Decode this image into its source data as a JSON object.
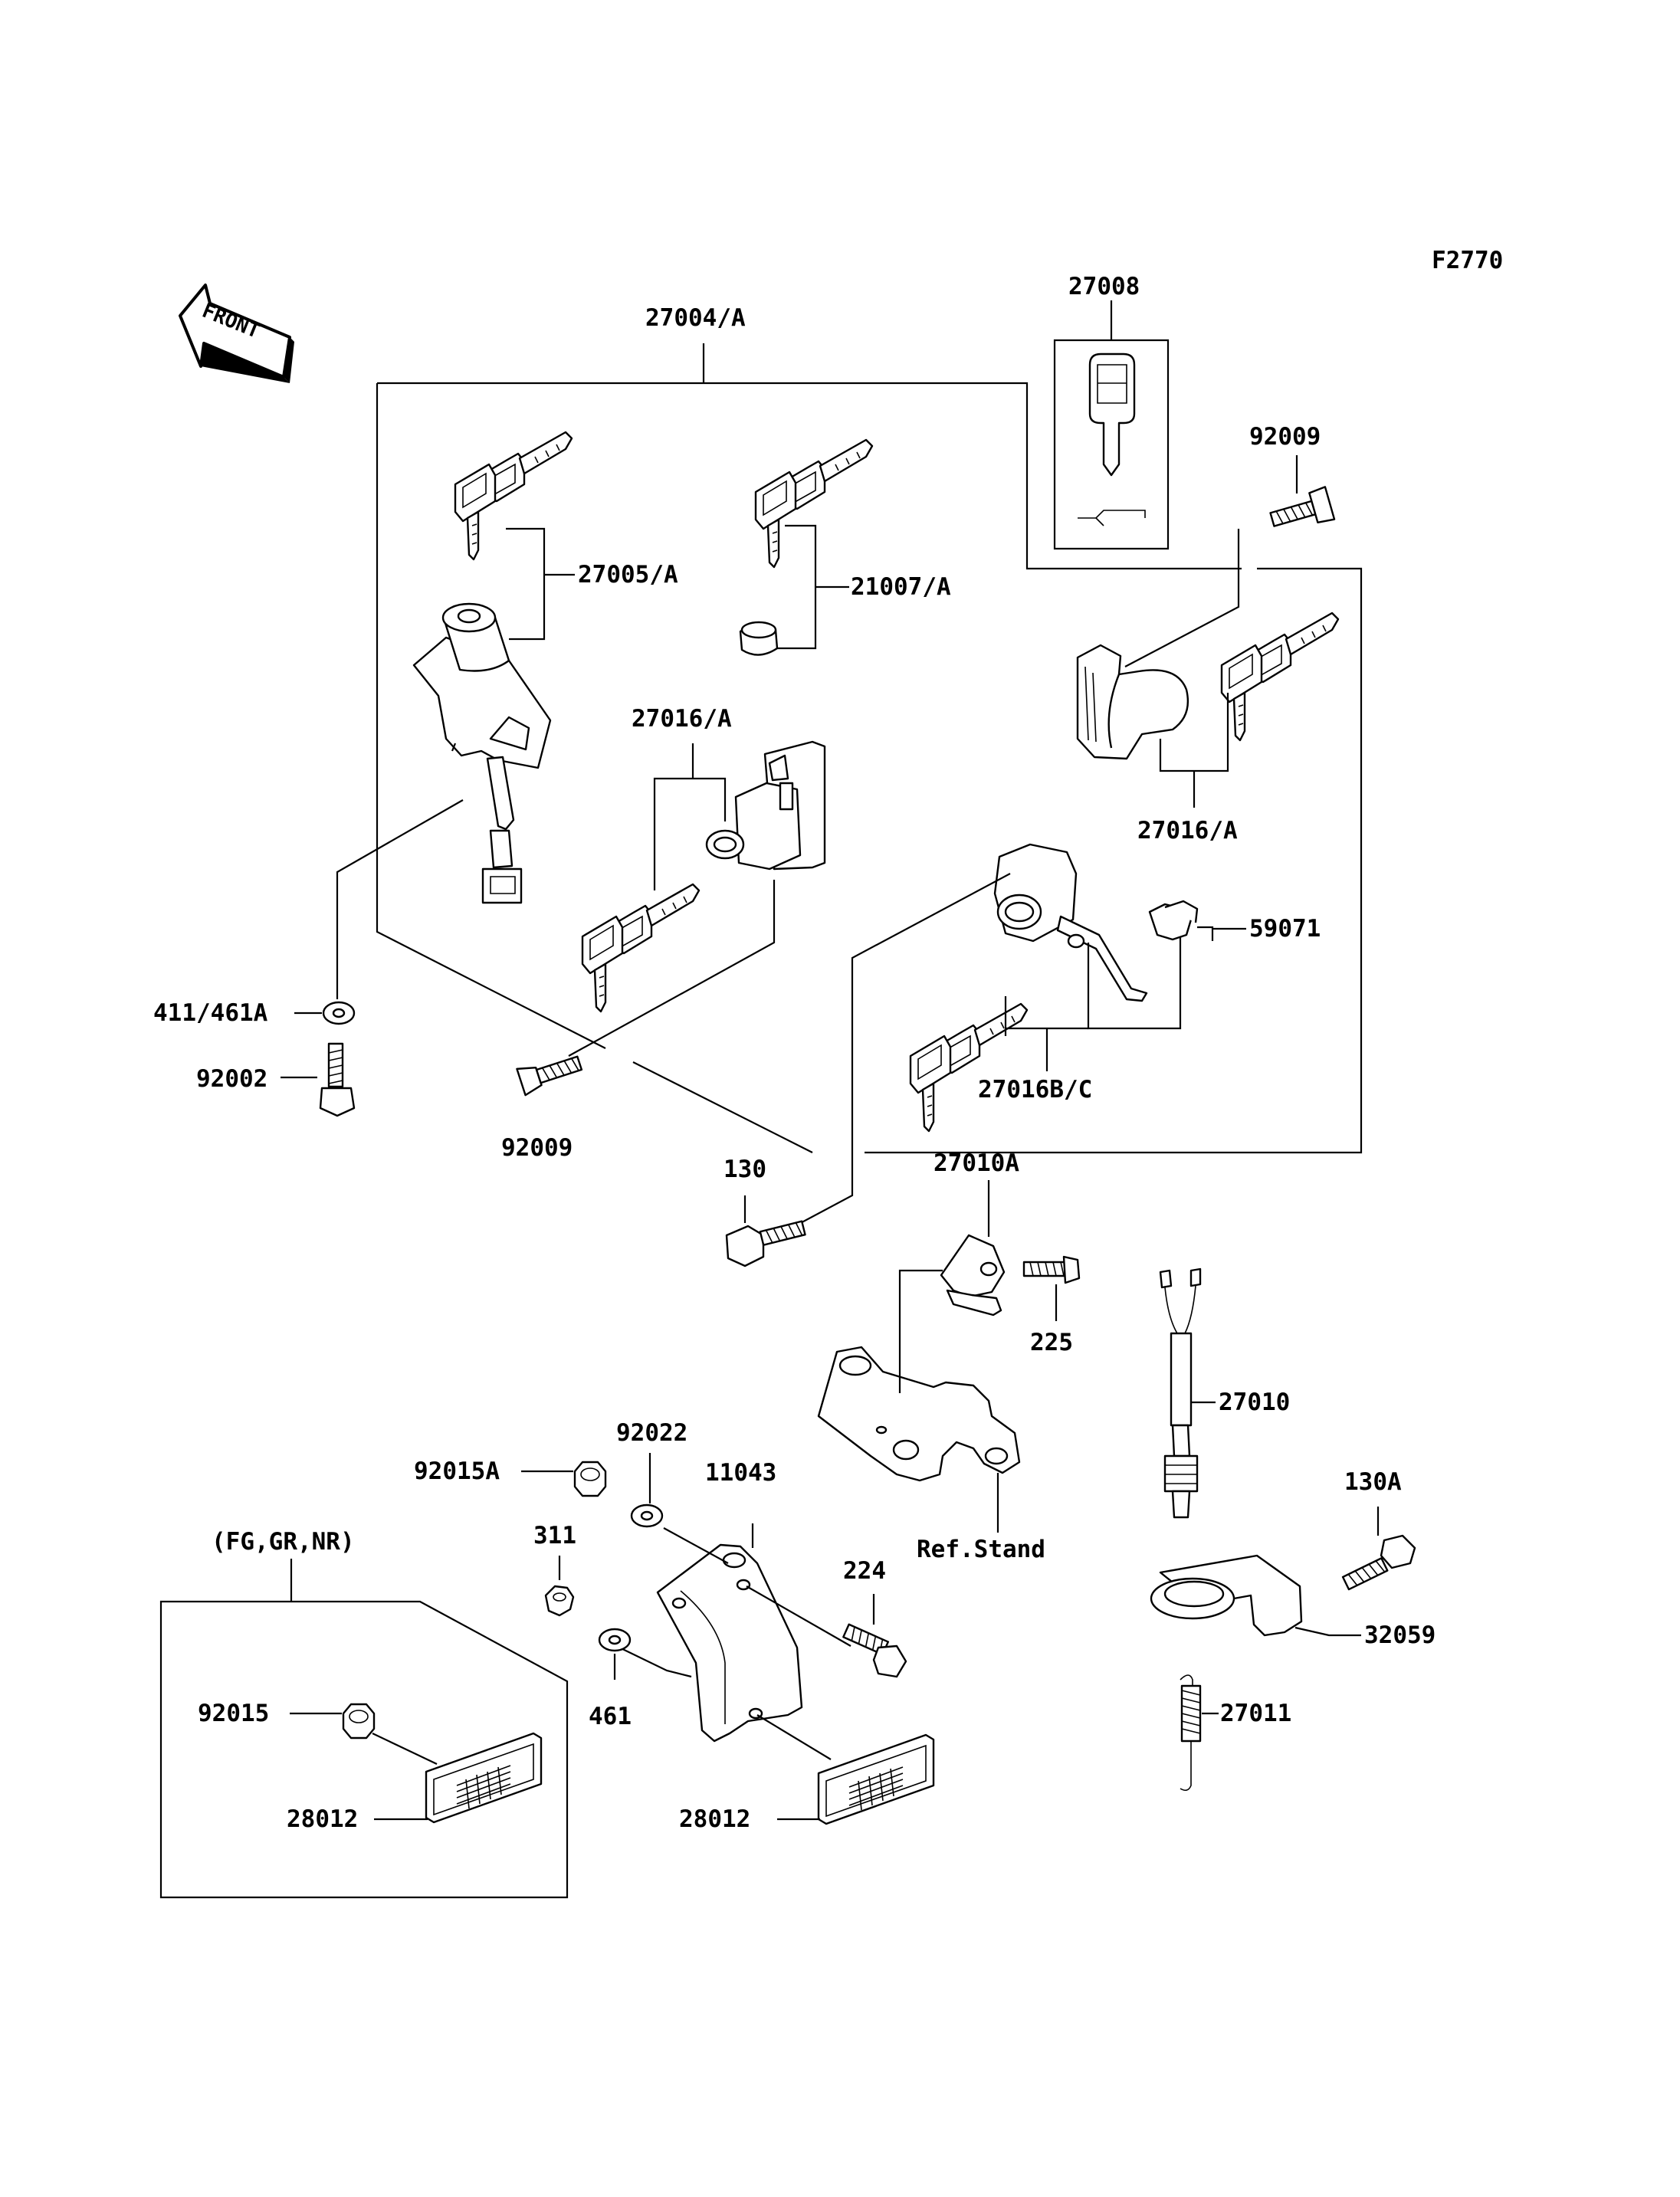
{
  "figure_code": "F2770",
  "front_arrow": "FRONT",
  "labels": {
    "l27004A": "27004/A",
    "l27008": "27008",
    "l92009_top": "92009",
    "l27005A": "27005/A",
    "l21007A": "21007/A",
    "l27016A_left": "27016/A",
    "l27016A_right": "27016/A",
    "l59071": "59071",
    "l41146A": "411/461A",
    "l92002": "92002",
    "l92009_bottom": "92009",
    "l27016BC": "27016B/C",
    "l130": "130",
    "l27010A": "27010A",
    "l225": "225",
    "l27010": "27010",
    "l92022": "92022",
    "l92015A": "92015A",
    "l11043": "11043",
    "l130A": "130A",
    "l311": "311",
    "lRefStand": "Ref.Stand",
    "lFGGRNR": "(FG,GR,NR)",
    "l224": "224",
    "l32059": "32059",
    "l92015": "92015",
    "l461": "461",
    "l27011": "27011",
    "l28012_left": "28012",
    "l28012_right": "28012"
  }
}
